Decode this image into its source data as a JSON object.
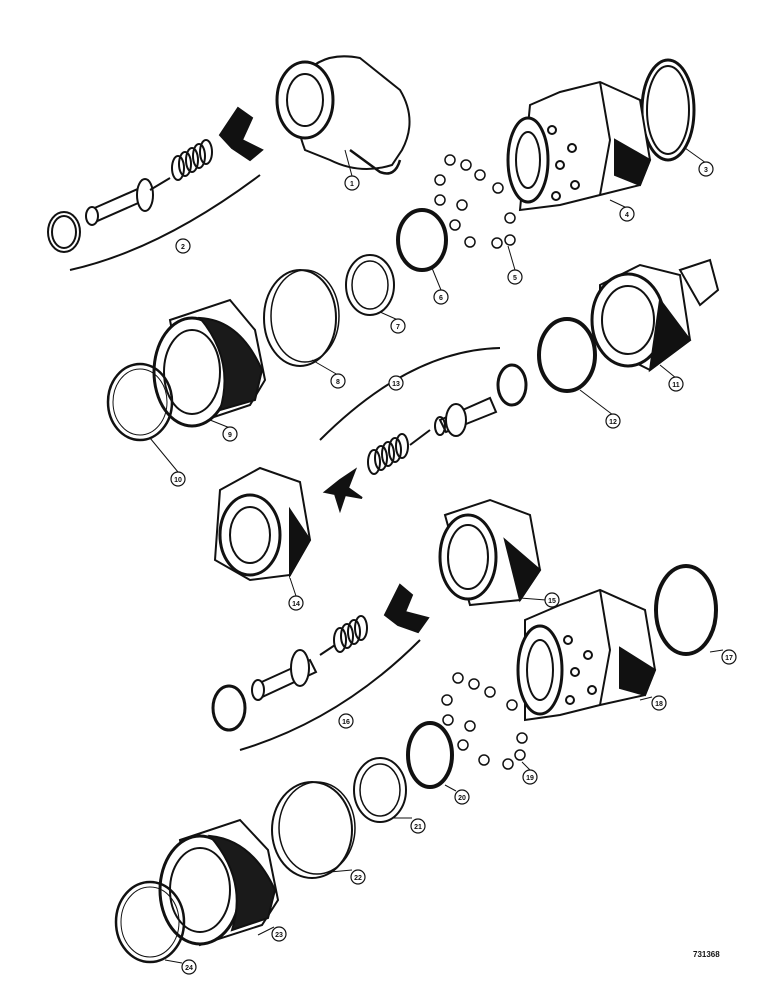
{
  "callouts": [
    "1",
    "2",
    "3",
    "4",
    "5",
    "6",
    "7",
    "8",
    "9",
    "10",
    "11",
    "12",
    "13",
    "14",
    "15",
    "16",
    "17",
    "18",
    "19",
    "20",
    "21",
    "22",
    "23",
    "24"
  ],
  "reference_number": "731368",
  "colors": {
    "ink": "#111111",
    "paper": "#ffffff",
    "shade": "#1a1a1a"
  }
}
